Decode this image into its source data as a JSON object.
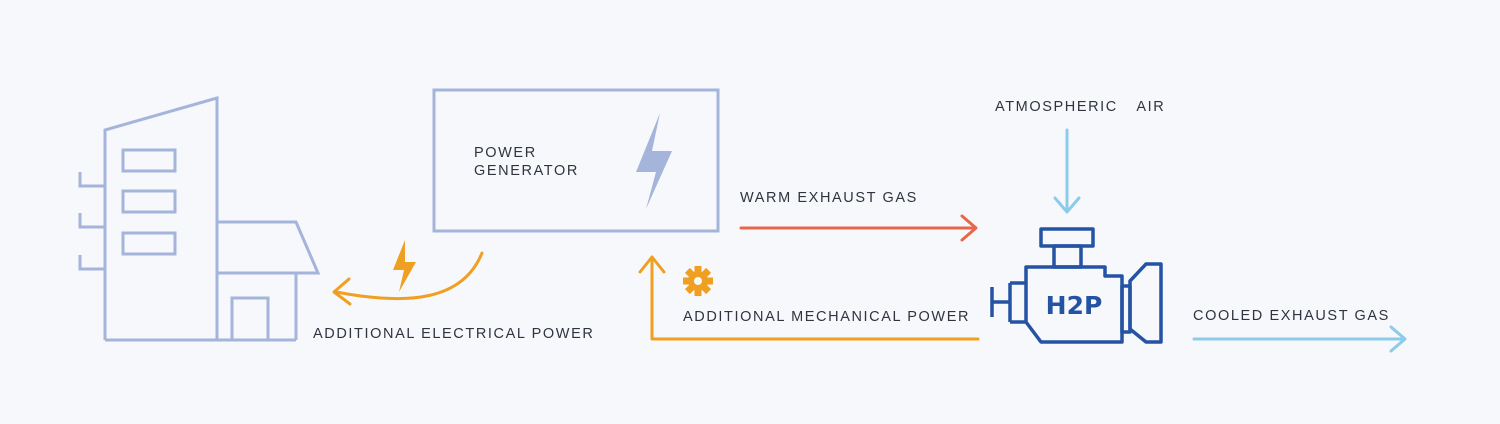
{
  "generator": {
    "label_line1": "POWER",
    "label_line2": "GENERATOR"
  },
  "labels": {
    "atmospheric_air": "ATMOSPHERIC  AIR",
    "warm_exhaust": "WARM EXHAUST GAS",
    "electrical_power": "ADDITIONAL ELECTRICAL POWER",
    "mechanical_power": "ADDITIONAL MECHANICAL POWER",
    "cooled_exhaust": "COOLED EXHAUST GAS"
  },
  "engine": {
    "badge": "H2P"
  },
  "icons": {
    "building": "building-icon",
    "generator_bolt": "lightning-bolt-icon",
    "electric_bolt": "lightning-bolt-icon",
    "gear": "gear-icon",
    "engine": "engine-icon"
  },
  "colors": {
    "structure": "#a4b4db",
    "air_arrow": "#8ccbea",
    "warm_arrow": "#e8674c",
    "energy_arrow": "#efa020",
    "engine": "#2453a4",
    "text": "#2f3440"
  }
}
